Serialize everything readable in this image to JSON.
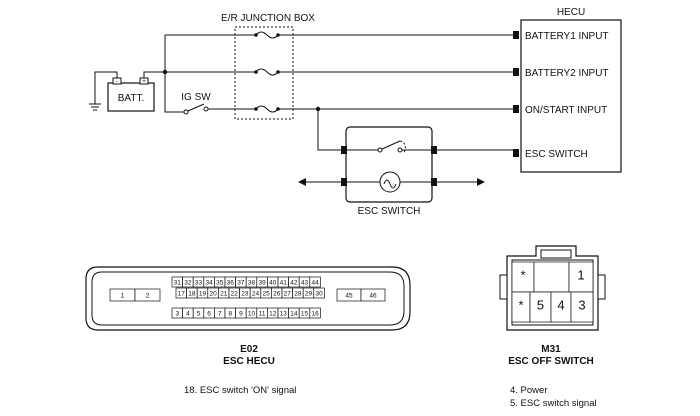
{
  "schematic": {
    "junction_box_label": "E/R JUNCTION BOX",
    "hecu_label": "HECU",
    "battery_label": "BATT.",
    "ig_switch_label": "IG SW",
    "esc_switch_label": "ESC SWITCH",
    "hecu_inputs": [
      "BATTERY1 INPUT",
      "BATTERY2 INPUT",
      "ON/START INPUT",
      "ESC SWITCH"
    ]
  },
  "connector_e02": {
    "code": "E02",
    "name": "ESC HECU",
    "row_top": [
      "31",
      "32",
      "33",
      "34",
      "35",
      "36",
      "37",
      "38",
      "39",
      "40",
      "41",
      "42",
      "43",
      "44"
    ],
    "row_mid": [
      "17",
      "18",
      "19",
      "20",
      "21",
      "22",
      "23",
      "24",
      "25",
      "26",
      "27",
      "28",
      "29",
      "30"
    ],
    "row_bottom": [
      "3",
      "4",
      "5",
      "6",
      "7",
      "8",
      "9",
      "10",
      "11",
      "12",
      "13",
      "14",
      "15",
      "16"
    ],
    "left_pins": [
      "1",
      "2"
    ],
    "right_pins": [
      "45",
      "46"
    ],
    "note": "18. ESC switch 'ON' signal"
  },
  "connector_m31": {
    "code": "M31",
    "name": "ESC OFF SWITCH",
    "top_row": [
      "*",
      "",
      "1"
    ],
    "bottom_row": [
      "*",
      "5",
      "4",
      "3"
    ],
    "notes": [
      "4. Power",
      "5. ESC switch signal"
    ]
  }
}
